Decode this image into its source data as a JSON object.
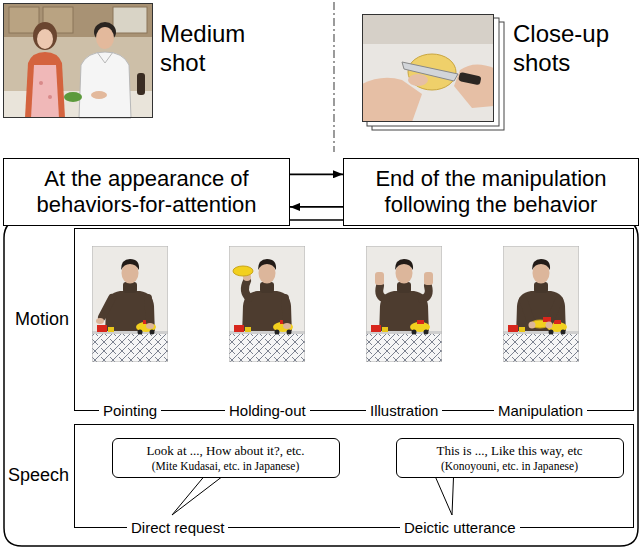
{
  "diagram": {
    "nodes": [
      {
        "text": [
          "At the appearance of behaviors-for-attention"
        ]
      },
      {
        "text": [
          "End of the manipulation following the behavior"
        ]
      },
      {
        "text": [
          "Motion"
        ]
      },
      {
        "text": [
          "Speech"
        ]
      },
      {
        "text": [
          "Look at ..., How about it?, etc.",
          "(Mite Kudasai, etc. in Japanese)"
        ],
        "in": 3
      },
      {
        "text": [
          "This is ..., Like this way, etc",
          "(Konoyouni, etc. in Japanese)"
        ],
        "in": 3
      }
    ],
    "edges": [
      {
        "from": 0,
        "to": 1,
        "arrow": "to"
      },
      {
        "from": 1,
        "to": 0,
        "arrow": "to"
      }
    ],
    "labels": [
      "Medium shot",
      "Close-up shots",
      "Pointing",
      "Holding-out",
      "Illustration",
      "Manipulation",
      "Direct request",
      "Deictic utterance"
    ]
  }
}
